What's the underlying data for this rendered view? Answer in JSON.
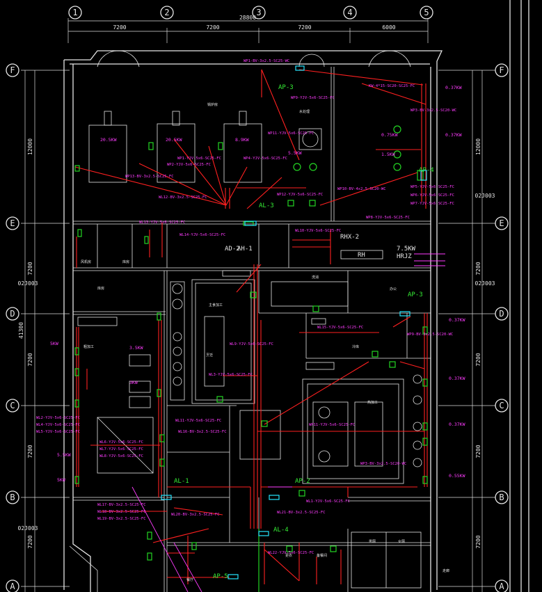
{
  "axes": {
    "columns": [
      "1",
      "2",
      "3",
      "4",
      "5"
    ],
    "rows": [
      "F",
      "E",
      "D",
      "C",
      "B",
      "A"
    ]
  },
  "dimensions": {
    "total_width": "28800",
    "column_spacings": [
      "7200",
      "7200",
      "7200",
      "6000"
    ],
    "total_height": "41300",
    "left_spacings": [
      "12000",
      "7200",
      "7200",
      "7200",
      "7200"
    ],
    "right_spacings": [
      "12000",
      "7200",
      "7200",
      "7200",
      "7200"
    ],
    "ref_labels": [
      "02J003",
      "02J003",
      "02J003",
      "02J003"
    ]
  },
  "panels": {
    "ap3": "AP-3",
    "ap4": "AP-4",
    "al3": "AL-3",
    "rhx2": "RHX-2",
    "ad2": "AD-2",
    "ah1": "AH-1",
    "ap5": "AP-5",
    "al1": "AL-1",
    "ap2": "AP-2",
    "al4": "AL-4",
    "rh": "RH",
    "hrjz": "HRJZ",
    "kv": "7.5KW"
  },
  "circuits": {
    "wp1": "WP1-BV-3x2.5-SC25-WC",
    "wp9_top": "WP9-YJV-5x6-SC25-FC",
    "kw": "KW-4*15-SC20-SC25-FC",
    "wp3": "WP3-BV-3x2.5-SC20-WC",
    "wp11": "WP11-YJV-5x6-SC25-FC",
    "wp1b": "WP1-YJV-5x6-SC25-FC",
    "wp4": "WP4-YJV-5x6-SC25-FC",
    "wp2": "WP2-YJV-5x6-SC25-FC",
    "wp13": "WP13-BV-3x2.5-SC25-FC",
    "wl12": "WL12-BV-3x2.5-SC25-FC",
    "wp10": "WP10-BV-4x2.5-SC20-WC",
    "wp12": "WP12-YJV-5x6-SC25-FC",
    "wp5": "WP5-YJV-5x6-SC25-FC",
    "wp6": "WP6-YJV-5x6-SC25-FC",
    "wp7": "WP7-YJV-5x6-SC25-FC",
    "wp8": "WP8-YJV-5x6-SC25-FC",
    "wl13": "WL13-YJV-5x6-SC25-FC",
    "wl14": "WL14-YJV-5x6-SC25-FC",
    "wl10": "WL10-YJV-5x6-SC25-FC",
    "wp9_d": "WP9-BV-3x2.5-SC20-WC",
    "wl15": "WL15-YJV-5x6-SC25-FC",
    "wl9": "WL9-YJV-5x6-SC25-FC",
    "wp11b": "WP11-YJV-5x6-SC25-FC",
    "wp3b": "WP3-BV-3x2.5-SC20-WC",
    "wl3": "WL3-YJV-5x6-SC25-FC",
    "wl2": "WL2-YJV-5x6-SC25-FC",
    "wl4": "WL4-YJV-5x6-SC25-FC",
    "wl5": "WL5-YJV-5x6-SC25-FC",
    "wl6": "WL6-YJV-5x6-SC25-FC",
    "wl7": "WL7-YJV-5x6-SC25-FC",
    "wl8": "WL8-YJV-5x6-SC25-FC",
    "wl11": "WL11-YJV-5x6-SC25-FC",
    "wl16": "WL16-BV-3x2.5-SC25-FC",
    "wl17": "WL17-BV-3x2.5-SC25-FC",
    "wl18": "WL18-BV-3x2.5-SC25-FC",
    "wl19": "WL19-BV-3x2.5-SC25-FC",
    "wl20": "WL20-BV-3x2.5-SC25-FC",
    "wl1": "WL1-YJV-5x6-SC25-FC",
    "wl21": "WL21-BV-3x2.5-SC25-FC",
    "wl22": "WL22-YJV-5x6-SC25-FC"
  },
  "loads": {
    "k037": "0.37KW",
    "k055": "0.55KW",
    "k075": "0.75KW",
    "k15": "1.5KW",
    "k55": "5.5KW",
    "k35": "3.5KW",
    "k3": "3KW",
    "k20": "20.5KW",
    "k20b": "20.5KW",
    "k8": "8.9KW",
    "k5": "5KW",
    "k55b": "5.5KW",
    "k5b": "5KW"
  },
  "rooms": {
    "boiler": "锅炉房",
    "water": "水处理",
    "fan": "风机房",
    "store1": "库房",
    "store2": "库房",
    "prep": "粗加工",
    "cook": "烹饪",
    "main": "主食加工",
    "wash": "洗消",
    "hot": "热加工",
    "office": "办公",
    "cold": "冷库",
    "dining": "餐厅",
    "wc1": "男厕",
    "wc2": "女厕",
    "change": "更衣",
    "pantry": "备餐间",
    "corr": "走廊"
  },
  "colors": {
    "walls": "#e6e6e6",
    "power": "#ff2020",
    "labels": "#ff3cff",
    "devices": "#23d523",
    "panel": "#25e5ff",
    "axis": "#ffffff"
  }
}
